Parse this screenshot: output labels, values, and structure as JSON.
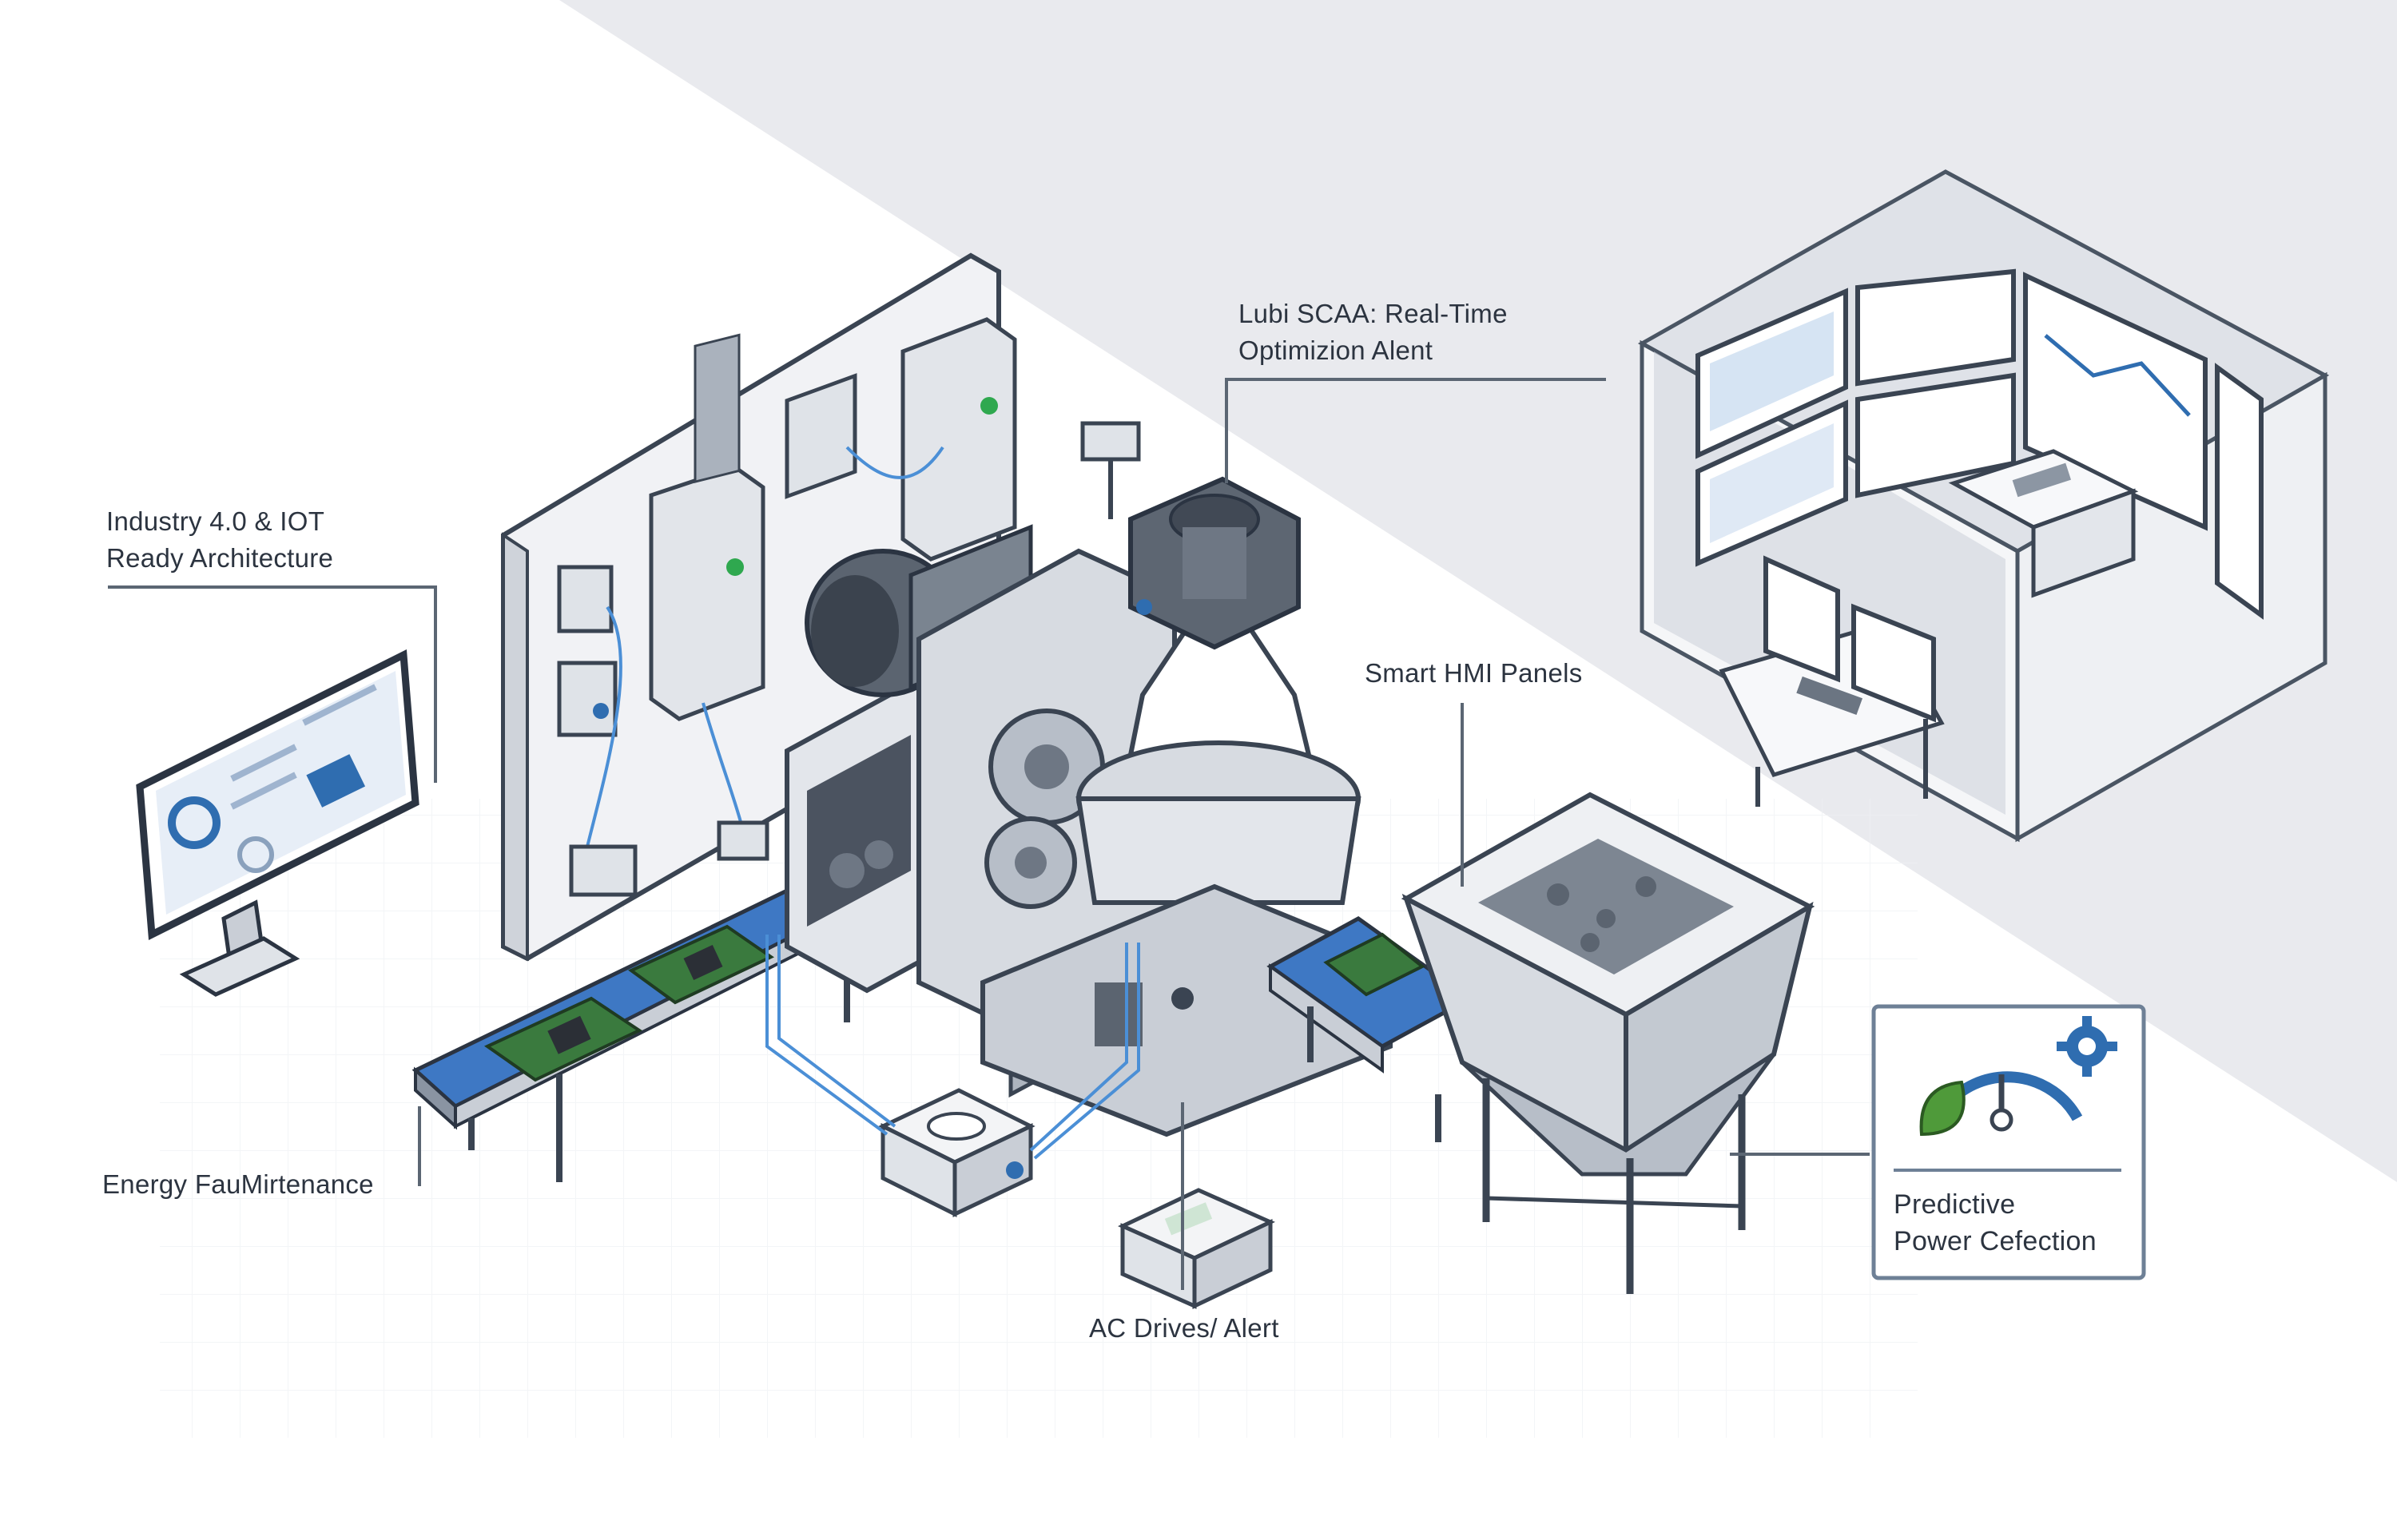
{
  "labels": {
    "iot": {
      "line1": "Industry 4.0 & IOT",
      "line2": "Ready Architecture"
    },
    "scada": {
      "line1": "Lubi SCAA: Real-Time",
      "line2": "Optimizion Alent"
    },
    "hmi": "Smart HMI Panels",
    "energy": "Energy FauMirtenance",
    "ac_drives": "AC Drives/ Alert",
    "predictive": {
      "line1": "Predictive",
      "line2": "Power Cefection"
    }
  },
  "icons": [
    "gear-icon",
    "leaf-icon",
    "gauge-icon",
    "sensor-icon",
    "monitor-icon"
  ],
  "colors": {
    "background": "#ffffff",
    "floor_shade": "#e9eaee",
    "conveyor_blue": "#3e78c4",
    "accent_blue": "#2f6db0",
    "circuit_green": "#3a7a3e",
    "leaf_green": "#4f9a3a",
    "status_green": "#2fa84f",
    "machine_grey": "#c9ced6",
    "line_grey": "#5b6673"
  }
}
